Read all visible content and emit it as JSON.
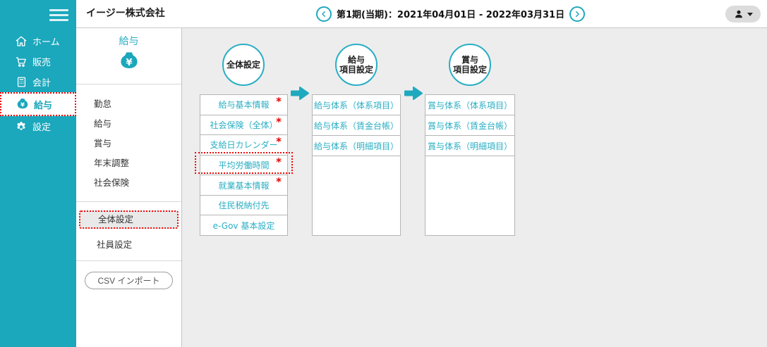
{
  "colors": {
    "sidebar_teal": "#1ba7bc",
    "accent_teal": "#2aaec3",
    "highlight_red": "#ee0a0a",
    "required_red": "#e60000",
    "main_bg": "#ededed"
  },
  "topbar": {
    "company_name": "イージー株式会社",
    "period": {
      "label": "第1期(当期)：2021年04月01日 - 2022年03月31日"
    }
  },
  "sidebar": {
    "items": [
      {
        "label": "ホーム",
        "selected": false
      },
      {
        "label": "販売",
        "selected": false
      },
      {
        "label": "会計",
        "selected": false
      },
      {
        "label": "給与",
        "selected": true
      },
      {
        "label": "設定",
        "selected": false
      }
    ]
  },
  "subsidebar": {
    "title": "給与",
    "currency_symbol": "¥",
    "menu_items": [
      {
        "label": "勤怠"
      },
      {
        "label": "給与"
      },
      {
        "label": "賞与"
      },
      {
        "label": "年末調整"
      },
      {
        "label": "社会保険"
      }
    ],
    "settings_items": [
      {
        "label": "全体設定",
        "selected": true
      },
      {
        "label": "社員設定",
        "selected": false
      }
    ],
    "csv_import_label": "CSV インポート"
  },
  "main": {
    "required_marker": "*",
    "steps": [
      {
        "lines": [
          "全体設定",
          ""
        ]
      },
      {
        "lines": [
          "給与",
          "項目設定"
        ]
      },
      {
        "lines": [
          "賞与",
          "項目設定"
        ]
      }
    ],
    "columns": [
      {
        "name": "全体設定",
        "buttons": [
          {
            "label": "給与基本情報",
            "required": true
          },
          {
            "label": "社会保険（全体）",
            "required": true
          },
          {
            "label": "支給日カレンダー",
            "required": true
          },
          {
            "label": "平均労働時間",
            "required": true,
            "highlighted": true
          },
          {
            "label": "就業基本情報",
            "required": true
          },
          {
            "label": "住民税納付先",
            "required": false
          },
          {
            "label": "e-Gov 基本設定",
            "required": false
          }
        ]
      },
      {
        "name": "給与項目設定",
        "buttons": [
          {
            "label": "給与体系（体系項目）"
          },
          {
            "label": "給与体系（賃金台帳）"
          },
          {
            "label": "給与体系（明細項目）"
          }
        ]
      },
      {
        "name": "賞与項目設定",
        "buttons": [
          {
            "label": "賞与体系（体系項目）"
          },
          {
            "label": "賞与体系（賃金台帳）"
          },
          {
            "label": "賞与体系（明細項目）"
          }
        ]
      }
    ]
  }
}
